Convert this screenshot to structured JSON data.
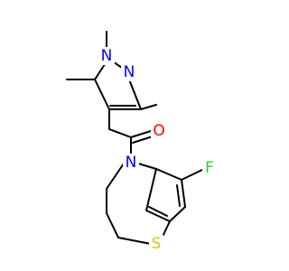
{
  "molecule": {
    "atoms": [
      {
        "id": "N1",
        "symbol": "N",
        "color": "#0000ff"
      },
      {
        "id": "N2",
        "symbol": "N",
        "color": "#0000ff"
      },
      {
        "id": "O",
        "symbol": "O",
        "color": "#ff0000"
      },
      {
        "id": "N3",
        "symbol": "N",
        "color": "#0000ff"
      },
      {
        "id": "F",
        "symbol": "F",
        "color": "#33cc33"
      },
      {
        "id": "S",
        "symbol": "S",
        "color": "#cccc00"
      }
    ],
    "bond_color": "#000000"
  }
}
